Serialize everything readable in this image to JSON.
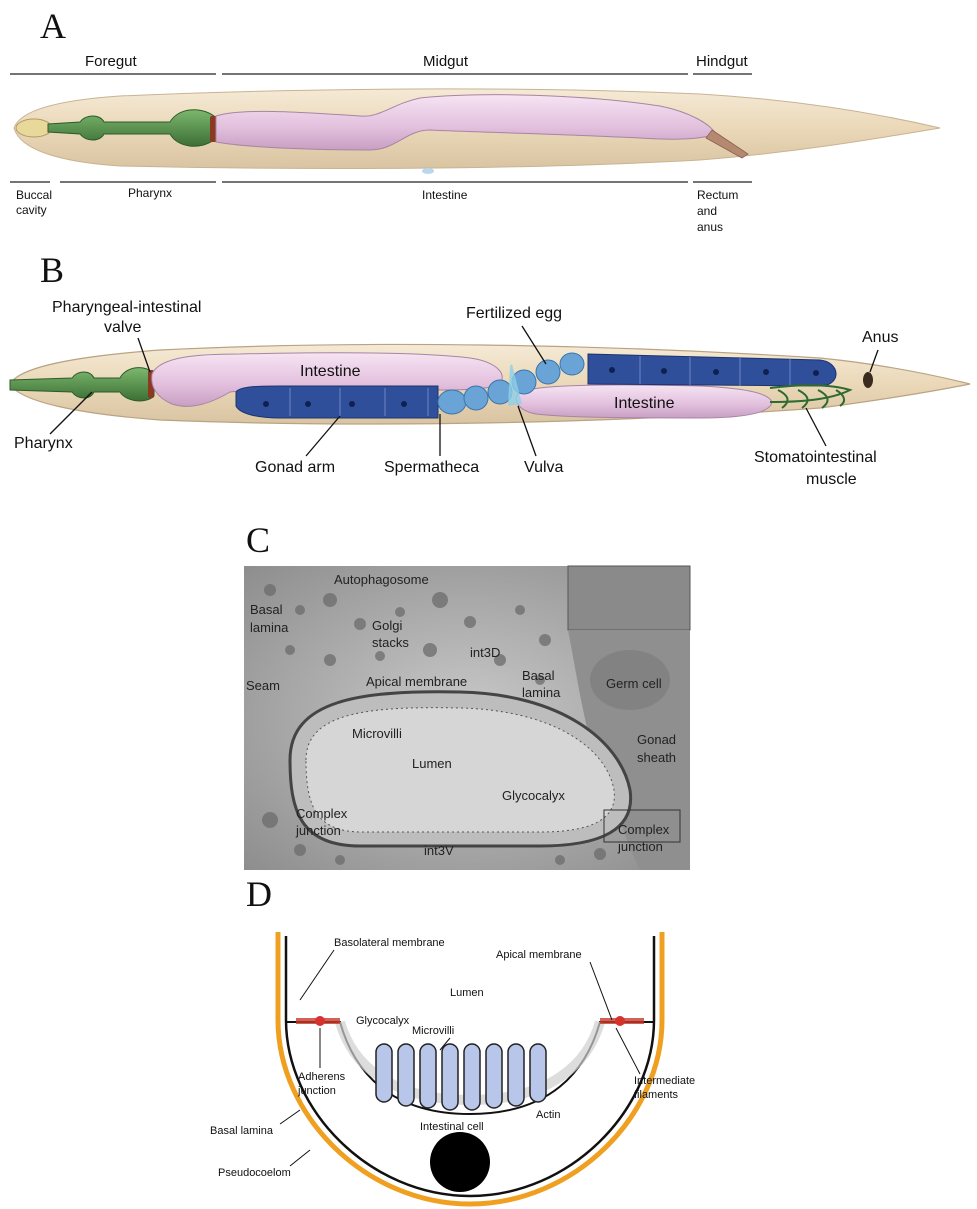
{
  "panels": {
    "a": {
      "letter": "A",
      "regions": {
        "foregut": "Foregut",
        "midgut": "Midgut",
        "hindgut": "Hindgut"
      },
      "parts": {
        "buccal_1": "Buccal",
        "buccal_2": "cavity",
        "pharynx": "Pharynx",
        "intestine": "Intestine",
        "rectum_1": "Rectum",
        "rectum_2": "and",
        "rectum_3": "anus"
      }
    },
    "b": {
      "letter": "B",
      "labels": {
        "valve_1": "Pharyngeal-intestinal",
        "valve_2": "valve",
        "fertilized_egg": "Fertilized egg",
        "anus": "Anus",
        "intestine_upper": "Intestine",
        "intestine_lower": "Intestine",
        "pharynx": "Pharynx",
        "gonad_arm": "Gonad arm",
        "spermatheca": "Spermatheca",
        "vulva": "Vulva",
        "stomato_1": "Stomatointestinal",
        "stomato_2": "muscle"
      }
    },
    "c": {
      "letter": "C",
      "labels": {
        "autophagosome": "Autophagosome",
        "basal_lamina_left_1": "Basal",
        "basal_lamina_left_2": "lamina",
        "golgi_1": "Golgi",
        "golgi_2": "stacks",
        "int3d": "int3D",
        "seam": "Seam",
        "apical_membrane": "Apical membrane",
        "basal_lamina_right_1": "Basal",
        "basal_lamina_right_2": "lamina",
        "germ_cell": "Germ cell",
        "microvilli": "Microvilli",
        "lumen": "Lumen",
        "gonad_sheath_1": "Gonad",
        "gonad_sheath_2": "sheath",
        "glycocalyx": "Glycocalyx",
        "complex_junction_left_1": "Complex",
        "complex_junction_left_2": "junction",
        "complex_junction_right_1": "Complex",
        "complex_junction_right_2": "junction",
        "int3v": "int3V"
      }
    },
    "d": {
      "letter": "D",
      "labels": {
        "basolateral_membrane": "Basolateral membrane",
        "apical_membrane": "Apical membrane",
        "lumen": "Lumen",
        "glycocalyx": "Glycocalyx",
        "microvilli": "Microvilli",
        "adherens_1": "Adherens",
        "adherens_2": "junction",
        "intermediate_1": "Intermediate",
        "intermediate_2": "filaments",
        "actin": "Actin",
        "intestinal_cell": "Intestinal cell",
        "basal_lamina": "Basal lamina",
        "pseudocoelom": "Pseudocoelom"
      }
    }
  },
  "colors": {
    "body": "#ecdcc0",
    "pharynx": "#4f8a45",
    "intestine": "#e6c6e2",
    "gonad": "#2f4f9a",
    "egg": "#6aa3d6",
    "valve": "#8a3a20",
    "cuticle": "#f0a020",
    "actin": "#b8c6ea",
    "em_bg": "#a9a9a9"
  }
}
